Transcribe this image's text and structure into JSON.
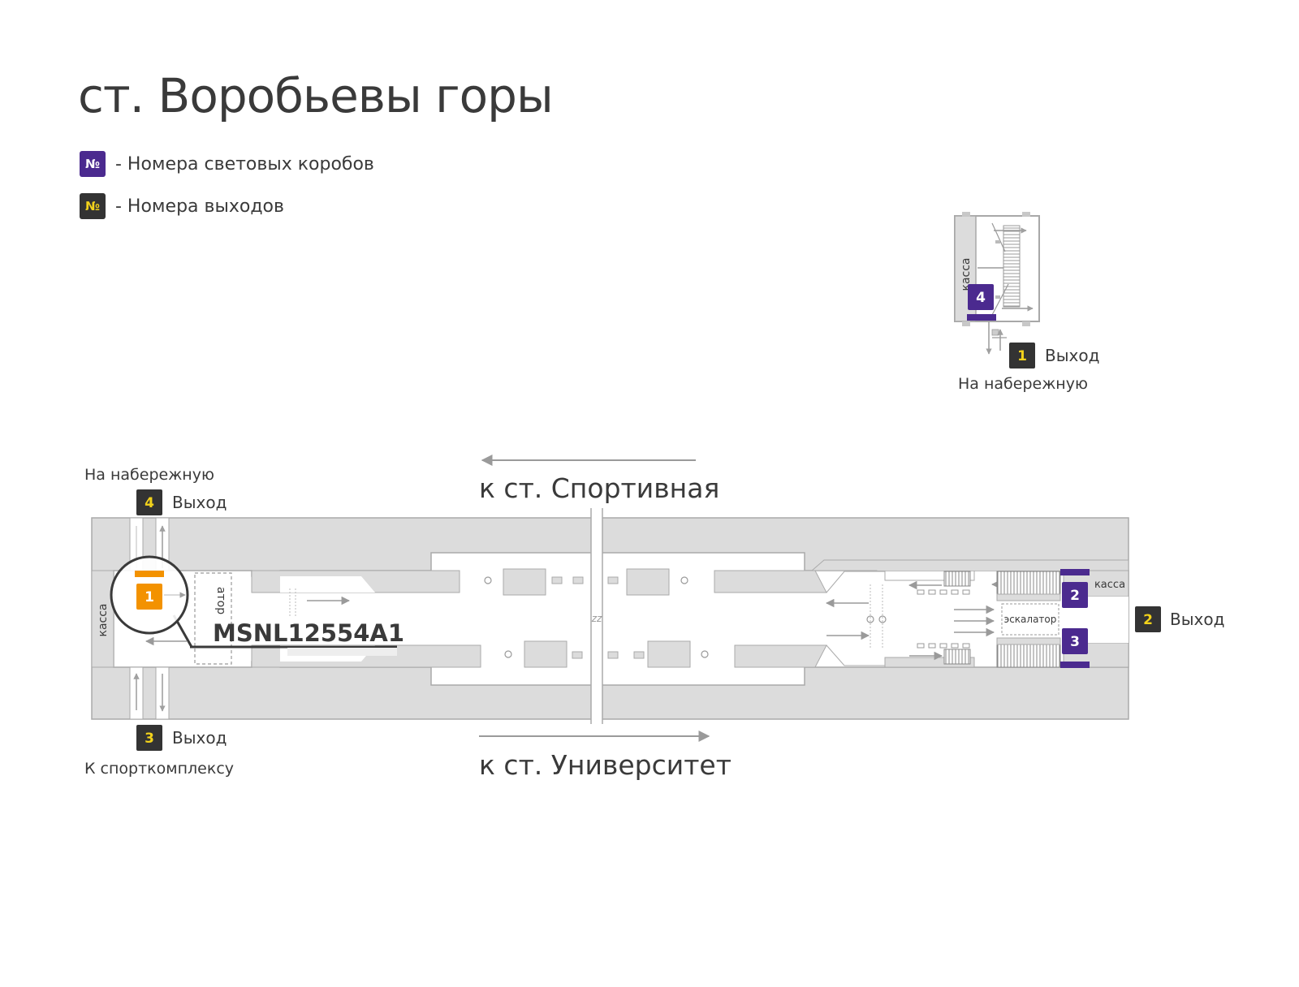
{
  "title": "ст. Воробьевы горы",
  "legend": {
    "symbol": "№",
    "lightbox_label": "- Номера световых коробов",
    "exit_label": "- Номера выходов"
  },
  "colors": {
    "lightbox": "#4b2a8f",
    "exit": "#333333",
    "exit_number": "#f2d21b",
    "highlight": "#f39200",
    "walls": "#dcdcdc",
    "arrows": "#9a9a9a"
  },
  "inset": {
    "kassa_label": "касса",
    "lightbox_number": "4",
    "exit_number": "1",
    "exit_label": "Выход",
    "destination": "На набережную"
  },
  "main": {
    "direction_top": "к ст. Спортивная",
    "direction_bottom": "к ст. Университет",
    "zz_label": "zz",
    "left_kassa": "касса",
    "left_escalator": "атор",
    "right_kassa": "касса",
    "right_escalator": "эскалатор",
    "exit_4": {
      "number": "4",
      "label": "Выход",
      "destination": "На набережную"
    },
    "exit_3": {
      "number": "3",
      "label": "Выход",
      "destination": "К спорткомплексу"
    },
    "exit_2": {
      "number": "2",
      "label": "Выход"
    },
    "lightbox_2": "2",
    "lightbox_3": "3",
    "highlight_number": "1",
    "highlight_code": "MSNL12554A1"
  }
}
